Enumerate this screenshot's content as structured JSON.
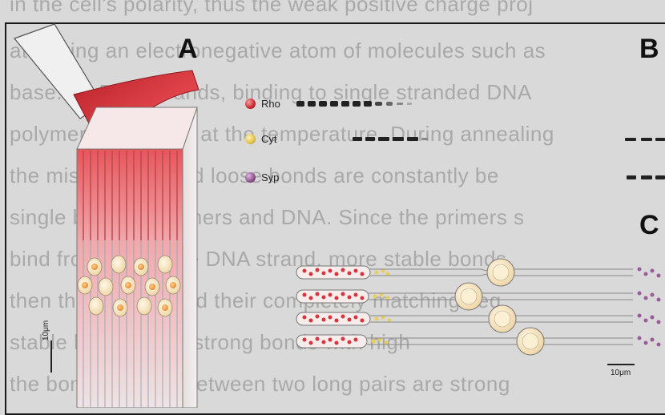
{
  "background_text": [
    "in the cell's polarity, thus the weak positive charge proj",
    "attracting an electronegative atom of molecules such as",
    "base. As DNA strands, binding to single stranded DNA",
    "polymerase activity at the temperature. During annealing",
    "the mismatched and loose bonds are constantly be",
    "single between primers and DNA. Since the primers s",
    "bind from the single DNA strand, more stable bonds,",
    "then the primers find their completely matching seq",
    "stable bonds (very strong bonds with high",
    "the bonds formed between two long pairs are strong"
  ],
  "panels": {
    "a": "A",
    "b": "B",
    "c": "C"
  },
  "legend": [
    {
      "label": "Rho",
      "color": "#c8262b"
    },
    {
      "label": "Cyt",
      "color": "#e0c34a"
    },
    {
      "label": "Syp",
      "color": "#8a4f8c"
    }
  ],
  "scalebars": {
    "panel_a": "10μm",
    "panel_c": "10μm"
  },
  "colors": {
    "rod_outer_segment": "#d7353b",
    "cell_body": "#f4ddb8",
    "nucleus_tint": "#f0a050",
    "synapse": "#9b5a9b",
    "cytoplasm": "#e8cf58"
  }
}
